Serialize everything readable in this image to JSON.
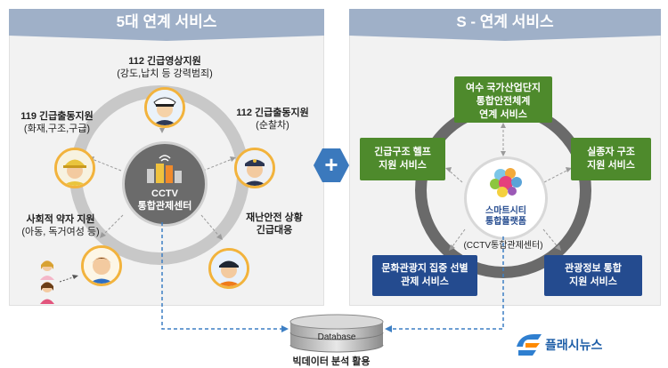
{
  "left_panel": {
    "title": "5대 연계 서비스",
    "center_lines": [
      "CCTV",
      "통합관제센터"
    ],
    "services": {
      "s112_video": {
        "title": "112 긴급영상지원",
        "sub": "(강도,납치 등 강력범죄)"
      },
      "s112_dispatch": {
        "title": "112 긴급출동지원",
        "sub": "(순찰차)"
      },
      "s119": {
        "title": "119 긴급출동지원",
        "sub": "(화재,구조,구급)"
      },
      "vulnerable": {
        "title": "사회적 약자 지원",
        "sub": "(아동, 독거여성 등)"
      },
      "disaster": {
        "title": "재난안전 상황",
        "sub": "긴급대응"
      }
    }
  },
  "plus_symbol": "+",
  "right_panel": {
    "title": "S - 연계 서비스",
    "center_lines": [
      "스마트시티",
      "통합플랫폼"
    ],
    "center_caption": "(CCTV통합관제센터)",
    "boxes": {
      "yeosu": [
        "여수 국가산업단지",
        "통합안전체계",
        "연계 서비스"
      ],
      "rescue": [
        "긴급구조 헬프",
        "지원 서비스"
      ],
      "missing": [
        "실종자 구조",
        "지원 서비스"
      ],
      "tourism": [
        "문화관광지 집중 선별",
        "관제 서비스"
      ],
      "tourinfo": [
        "관광정보 통합",
        "지원 서비스"
      ]
    }
  },
  "database": {
    "label": "Database",
    "caption": "빅데이터 분석 활용"
  },
  "logo": {
    "text": "플래시뉴스"
  },
  "colors": {
    "ribbon": "#9fb0c8",
    "green_box": "#4e8a2c",
    "blue_box": "#244b8f",
    "plus": "#3b79bd",
    "dashed_arrow": "#3d7fc4"
  }
}
